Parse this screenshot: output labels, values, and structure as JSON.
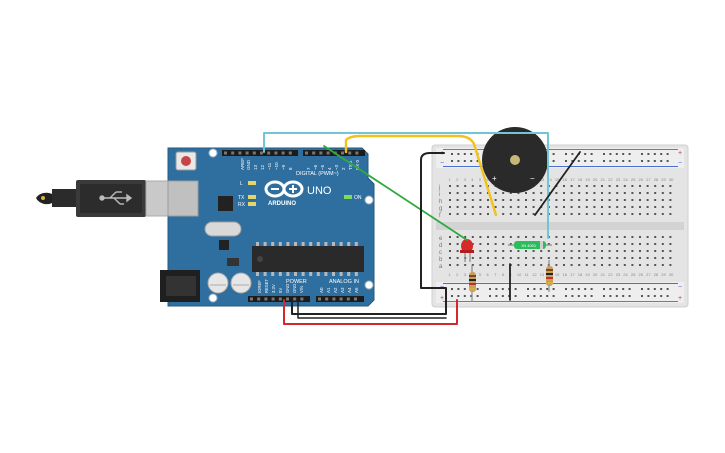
{
  "board": {
    "brand": "ARDUINO",
    "model": "UNO",
    "digital_label": "DIGITAL (PWM~)",
    "power_label": "POWER",
    "analog_label": "ANALOG IN",
    "on_label": "ON",
    "tx_label": "TX",
    "rx_label": "RX",
    "l_label": "L",
    "aref_label": "AREF",
    "gnd_label": "GND",
    "pin_13": "13",
    "pin_12": "12",
    "pin_11": "~11",
    "pin_10": "~10",
    "pin_9": "~9",
    "pin_8": "8",
    "pin_7": "7",
    "pin_6": "~6",
    "pin_5": "~5",
    "pin_4": "4",
    "pin_3": "~3",
    "pin_2": "2",
    "pin_tx": "TX 1",
    "pin_rx": "RX 0",
    "pwr_ioref": "IOREF",
    "pwr_reset": "RESET",
    "pwr_3v3": "3.3V",
    "pwr_5v": "5V",
    "pwr_gnd1": "GND",
    "pwr_gnd2": "GND",
    "pwr_vin": "VIN",
    "a0": "A0",
    "a1": "A1",
    "a2": "A2",
    "a3": "A3",
    "a4": "A4",
    "a5": "A5"
  },
  "components": {
    "buzzer_plus": "+",
    "buzzer_minus": "−",
    "diode_label": "1N 4001"
  },
  "breadboard": {
    "rows_top": [
      "j",
      "i",
      "h",
      "g",
      "f"
    ],
    "rows_bottom": [
      "e",
      "d",
      "c",
      "b",
      "a"
    ],
    "columns": [
      "1",
      "2",
      "3",
      "4",
      "5",
      "6",
      "7",
      "8",
      "9",
      "10",
      "11",
      "12",
      "13",
      "14",
      "15",
      "16",
      "17",
      "18",
      "19",
      "20",
      "21",
      "22",
      "23",
      "24",
      "25",
      "26",
      "27",
      "28",
      "29",
      "30"
    ],
    "rail_plus": "+",
    "rail_minus": "−"
  },
  "colors": {
    "board": "#2f6fa0",
    "wire_cyan": "#6ec6d6",
    "wire_yellow": "#f2c21b",
    "wire_green": "#2faa3f",
    "wire_black": "#222222",
    "wire_red": "#d4282c",
    "led": "#d62a2a",
    "diode": "#2bbd5b",
    "breadboard": "#e4e4e4",
    "rail_red": "#e05050",
    "rail_blue": "#4a6fd0"
  }
}
